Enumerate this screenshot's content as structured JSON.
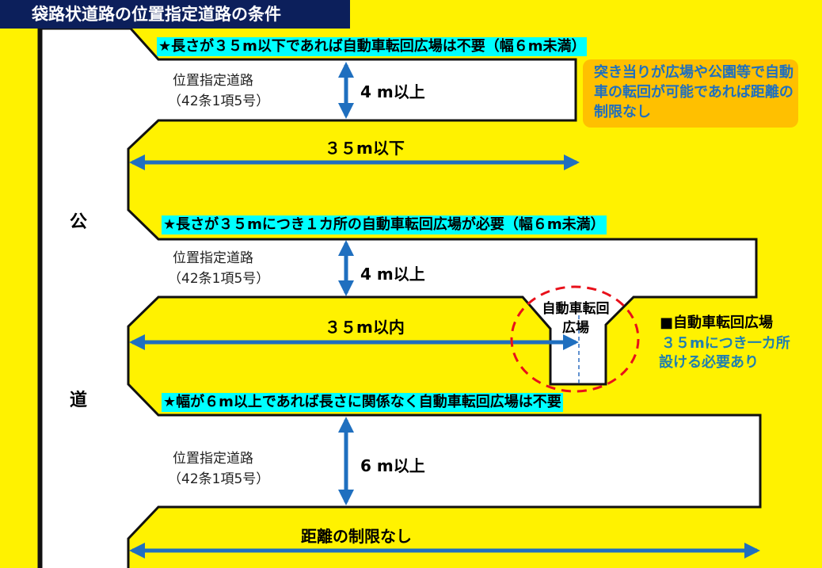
{
  "title": "袋路状道路の位置指定道路の条件",
  "public_road": {
    "char1": "公",
    "char2": "道"
  },
  "sections": [
    {
      "condition": "★長さが３５m以下であれば自動車転回広場は不要（幅６m未満）",
      "road_name": "位置指定道路",
      "road_article": "（42条1項5号）",
      "width": "4 m以上",
      "length": "３５m以下"
    },
    {
      "condition": "★長さが３５mにつき１カ所の自動車転回広場が必要（幅６m未満）",
      "road_name": "位置指定道路",
      "road_article": "（42条1項5号）",
      "width": "4 m以上",
      "length": "３５m以内"
    },
    {
      "condition": "★幅が６m以上であれば長さに関係なく自動車転回広場は不要",
      "road_name": "位置指定道路",
      "road_article": "（42条1項5号）",
      "width": "6 m以上",
      "length": "距離の制限なし"
    }
  ],
  "note_box": "突き当りが広場や公園等で自動車の転回が可能であれば距離の制限なし",
  "turnaround": {
    "label_line1": "自動車転回",
    "label_line2": "広場",
    "heading": "■自動車転回広場",
    "desc_line1": "３５mにつき一カ所",
    "desc_line2": "設ける必要あり"
  },
  "colors": {
    "background": "#fff200",
    "title_bar": "#0c1f5b",
    "arrow": "#1f6fbf",
    "highlight": "#00ffff",
    "note": "#ffc000",
    "circle": "#e8101a"
  }
}
